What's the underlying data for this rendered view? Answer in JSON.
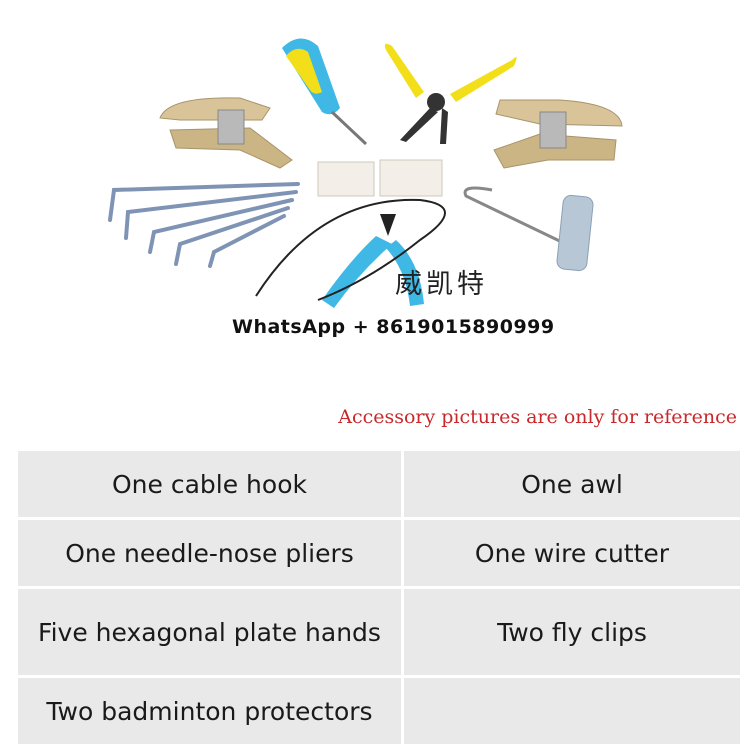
{
  "watermark": {
    "logo_text": "威凯特",
    "contact": "WhatsApp + 8619015890999"
  },
  "notice": "Accessory pictures are only for reference",
  "accessories": [
    [
      "One cable hook",
      "One awl"
    ],
    [
      "One needle-nose pliers",
      "One wire cutter"
    ],
    [
      "Five hexagonal plate hands",
      "Two fly clips"
    ],
    [
      "Two badminton protectors",
      ""
    ]
  ],
  "colors": {
    "notice_red": "#c8282b",
    "cell_bg": "#e9e9e9",
    "tool_handle_blue": "#3fb8e6",
    "tool_handle_yellow": "#f2df1a",
    "metal_gold": "#d9c49a"
  },
  "icons": [
    "awl-icon",
    "pliers-icon",
    "clip-icon",
    "hex-key-icon",
    "protector-icon",
    "wire-cutter-icon",
    "cable-hook-icon"
  ]
}
